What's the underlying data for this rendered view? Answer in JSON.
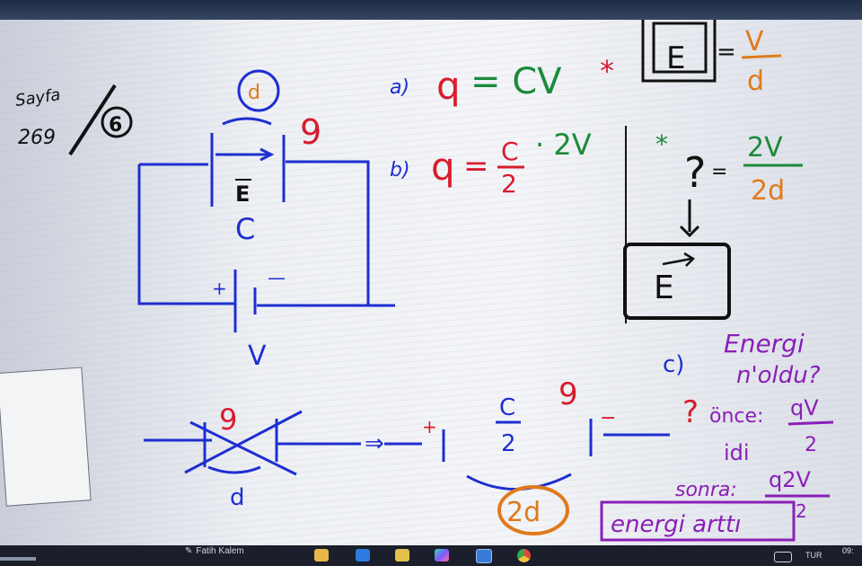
{
  "board": {
    "page_ref": {
      "line1": "Sayfa",
      "line2": "269",
      "number": "6"
    },
    "left_diagram": {
      "d_circled": "d",
      "q_label": "9",
      "field_label": "E",
      "cap_label": "C",
      "plus": "+",
      "minus": "—",
      "voltage": "V"
    },
    "part_a": {
      "label": "a)",
      "eq_q": "q",
      "eq_rest": "= CV",
      "star": "*",
      "boxed_E": "E",
      "eq2": "=",
      "frac_num": "V",
      "frac_den": "d"
    },
    "part_b": {
      "label": "b)",
      "eq_q": "q",
      "eq_eq": "=",
      "frac_num": "C",
      "frac_den": "2",
      "rest": "· 2V",
      "star": "*",
      "question": "?",
      "eq2": "=",
      "frac2_num": "2V",
      "frac2_den": "2d",
      "arrow": "↓",
      "boxed_E": "E"
    },
    "bottom_diagram": {
      "q_left": "9",
      "d_label": "d",
      "arrow": "⇒",
      "plus": "+",
      "frac_num": "C",
      "frac_den": "2",
      "q_right": "9",
      "minus": "−",
      "circled": "2d"
    },
    "part_c": {
      "label": "c)",
      "line1": "Energi",
      "line2": "n'oldu?",
      "qmark": "?",
      "once_label": "önce:",
      "once_num": "qV",
      "once_den": "2",
      "idi": "idi",
      "sonra_label": "sonra:",
      "sonra_num": "q2V",
      "sonra_den": "2",
      "boxed_text": "energi arttı"
    }
  },
  "colors": {
    "blue": "#1e2fd0",
    "red": "#d81c2e",
    "green": "#1b8a3c",
    "orange": "#e07a1c",
    "purple": "#8a1fb8",
    "black": "#111111"
  },
  "taskbar": {
    "app_label": "Fatih Kalem",
    "app_icon": "pen-icon",
    "pinned_icons": [
      "folder-icon",
      "store-icon",
      "files-icon",
      "copilot-icon",
      "phone-link-icon",
      "chrome-icon"
    ],
    "tray_icon": "keyboard-icon",
    "lang": "TUR",
    "time": "09:"
  }
}
